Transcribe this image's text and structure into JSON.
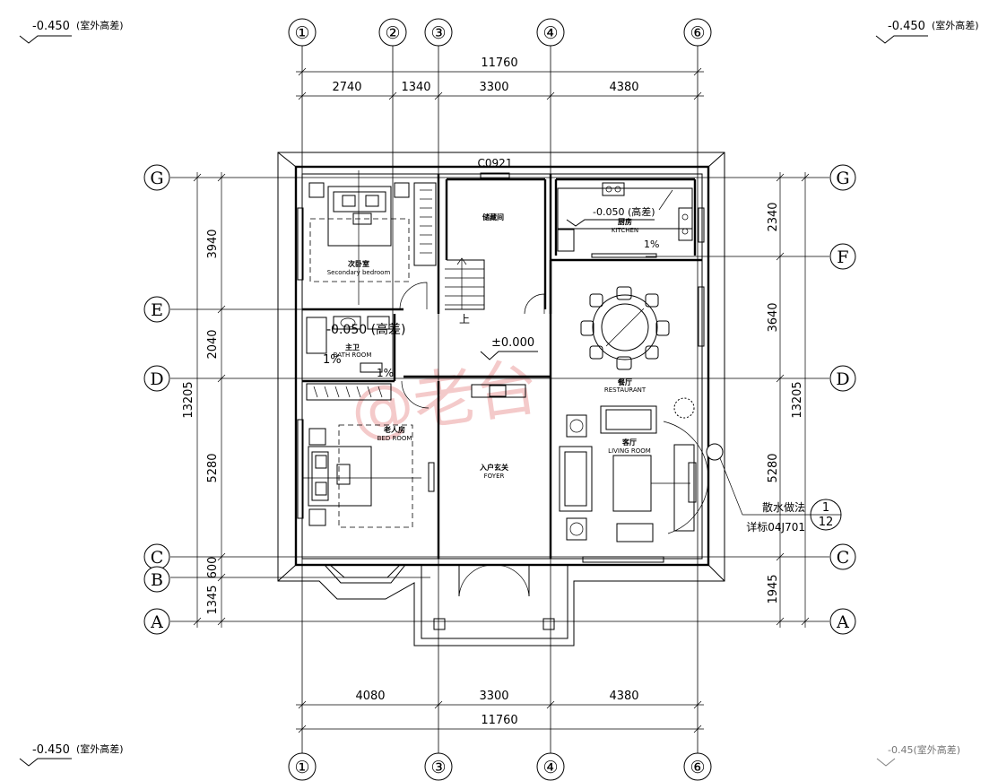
{
  "grid_top": [
    "①",
    "②",
    "③",
    "④",
    "⑥"
  ],
  "grid_bottom": [
    "①",
    "③",
    "④",
    "⑥"
  ],
  "grid_rows_left": [
    "G",
    "E",
    "D",
    "C",
    "B",
    "A"
  ],
  "grid_rows_right": [
    "G",
    "F",
    "D",
    "C",
    "A"
  ],
  "dims_top_total": "11760",
  "dims_top": [
    "2740",
    "1340",
    "3300",
    "4380"
  ],
  "dims_bottom_total": "11760",
  "dims_bottom": [
    "4080",
    "3300",
    "4380"
  ],
  "dims_left_total": "13205",
  "dims_left": [
    "3940",
    "2040",
    "5280",
    "600",
    "1345"
  ],
  "dims_right_total": "13205",
  "dims_right": [
    "2340",
    "3640",
    "5280",
    "1945"
  ],
  "level_outdoor": "-0.450",
  "level_outdoor_note": "(室外高差)",
  "level_outdoor_br": "-0.45(室外高差)",
  "window_tag": "C0921",
  "level_floor": "±0.000",
  "level_kitchen": "-0.050 (高差)",
  "level_bath": "-0.050 (高差)",
  "slope_kitchen": "1%",
  "slope_bath": "1%",
  "stair_up": "上",
  "rooms": {
    "storage": "储藏间",
    "kitchen_cn": "厨房",
    "kitchen_en": "KITCHEN",
    "secbed_cn": "次卧室",
    "secbed_en": "Secondary bedroom",
    "bath_cn": "主卫",
    "bath_en": "BATH ROOM",
    "restaurant_cn": "餐厅",
    "restaurant_en": "RESTAURANT",
    "elder_cn": "老人房",
    "elder_en": "BED ROOM",
    "foyer_cn": "入户玄关",
    "foyer_en": "FOYER",
    "living_cn": "客厅",
    "living_en": "LIVING ROOM"
  },
  "detail_note_1": "散水做法",
  "detail_note_2": "详标04J701",
  "detail_num": "1",
  "detail_sheet": "12",
  "watermark": "@老台"
}
